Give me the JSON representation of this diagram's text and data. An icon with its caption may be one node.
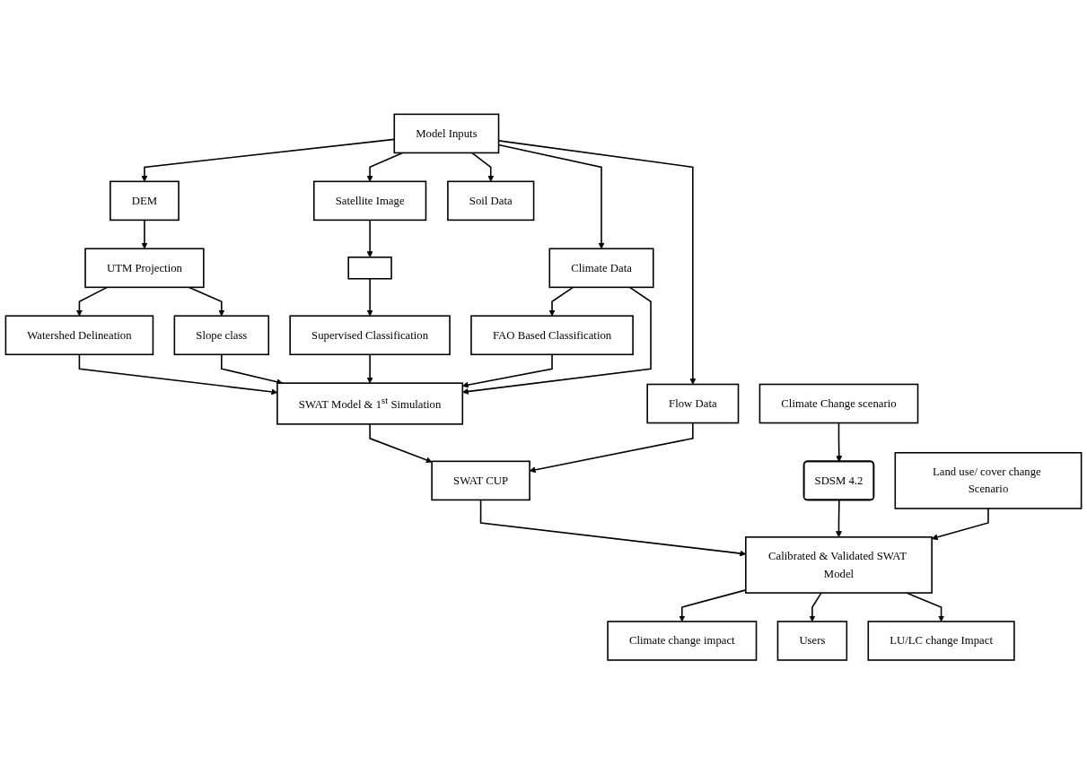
{
  "diagram": {
    "nodes": [
      {
        "text": [
          "Model Inputs"
        ]
      },
      {
        "text": [
          "DEM"
        ]
      },
      {
        "text": [
          "Satellite Image"
        ]
      },
      {
        "text": [
          "Soil Data"
        ]
      },
      {
        "text": [
          "Climate Data"
        ]
      },
      {
        "text": [
          "Flow Data"
        ]
      },
      {
        "text": [
          "UTM Projection"
        ]
      },
      {
        "text": [],
        "shape": "box"
      },
      {
        "text": [
          "FAO Based Classification"
        ]
      },
      {
        "text": [
          "Watershed Delineation"
        ]
      },
      {
        "text": [
          "Slope class"
        ]
      },
      {
        "text": [
          "Supervised Classification"
        ]
      },
      {
        "text": [
          "SWAT Model & 1$^{st}$ Simulation"
        ]
      },
      {
        "text": [
          "Climate Change scenario"
        ]
      },
      {
        "text": [
          "SWAT CUP"
        ]
      },
      {
        "text": [
          "SDSM 4.2"
        ]
      },
      {
        "text": [
          "Calibrated & Validated SWAT Model"
        ]
      },
      {
        "text": [
          "Land use/ cover change Scenario"
        ]
      },
      {
        "text": [
          "Climate change impact"
        ]
      },
      {
        "text": [
          "Users"
        ]
      },
      {
        "text": [
          "LU/LC  change Impact"
        ]
      }
    ],
    "edges": [
      {
        "from": 0,
        "to": 1,
        "arrow": "to"
      },
      {
        "from": 0,
        "to": 2,
        "arrow": "to"
      },
      {
        "from": 0,
        "to": 3,
        "arrow": "to"
      },
      {
        "from": 0,
        "to": 4,
        "arrow": "to"
      },
      {
        "from": 0,
        "to": 5,
        "arrow": "to"
      },
      {
        "from": 1,
        "to": 6,
        "arrow": "to"
      },
      {
        "from": 2,
        "to": 7,
        "arrow": "to"
      },
      {
        "from": 4,
        "to": 8,
        "arrow": "to"
      },
      {
        "from": 4,
        "to": 12,
        "arrow": "to"
      },
      {
        "from": 6,
        "to": 9,
        "arrow": "to"
      },
      {
        "from": 6,
        "to": 10,
        "arrow": "to"
      },
      {
        "from": 7,
        "to": 11,
        "arrow": "to"
      },
      {
        "from": 9,
        "to": 12,
        "arrow": "to"
      },
      {
        "from": 10,
        "to": 12,
        "arrow": "to"
      },
      {
        "from": 11,
        "to": 12,
        "arrow": "to"
      },
      {
        "from": 8,
        "to": 12,
        "arrow": "to"
      },
      {
        "from": 12,
        "to": 14,
        "arrow": "to"
      },
      {
        "from": 5,
        "to": 14,
        "arrow": "to"
      },
      {
        "from": 13,
        "to": 15,
        "arrow": "to"
      },
      {
        "from": 14,
        "to": 16,
        "arrow": "to"
      },
      {
        "from": 15,
        "to": 16,
        "arrow": "to"
      },
      {
        "from": 17,
        "to": 16,
        "arrow": "to"
      },
      {
        "from": 16,
        "to": 18,
        "arrow": "to"
      },
      {
        "from": 16,
        "to": 19,
        "arrow": "to"
      },
      {
        "from": 16,
        "to": 20,
        "arrow": "to"
      }
    ]
  }
}
